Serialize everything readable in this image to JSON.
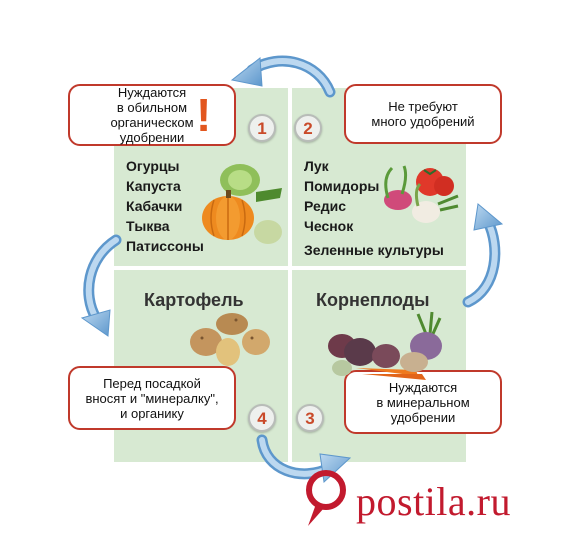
{
  "quadrants": [
    {
      "number": "1",
      "callout": [
        "Нуждаются",
        "в обильном",
        "органическом",
        "удобрении"
      ],
      "mark": "!",
      "crops": [
        "Огурцы",
        "Капуста",
        "Кабачки",
        "Тыква",
        "Патиссоны"
      ]
    },
    {
      "number": "2",
      "callout": [
        "Не требуют",
        "много удобрений"
      ],
      "crops": [
        "Лук",
        "Помидоры",
        "Редис",
        "Чеснок",
        "Зеленные культуры"
      ]
    },
    {
      "number": "3",
      "callout": [
        "Нуждаются",
        "в минеральном",
        "удобрении"
      ],
      "label": "Корнеплоды"
    },
    {
      "number": "4",
      "callout": [
        "Перед посадкой",
        "вносят и \"минералку\",",
        "и органику"
      ],
      "label": "Картофель"
    }
  ],
  "icons": [
    "cycle-arrow-icon",
    "pumpkin-icon",
    "tomato-icon",
    "potato-icon",
    "root-vegetables-icon",
    "pin-icon"
  ],
  "watermark": "postila.ru",
  "colors": {
    "panel": "#d7e9d2",
    "callout_border": "#c0392b",
    "arrow": "#7fb1dd",
    "accent": "#e2561e",
    "watermark": "#c21a2e"
  }
}
